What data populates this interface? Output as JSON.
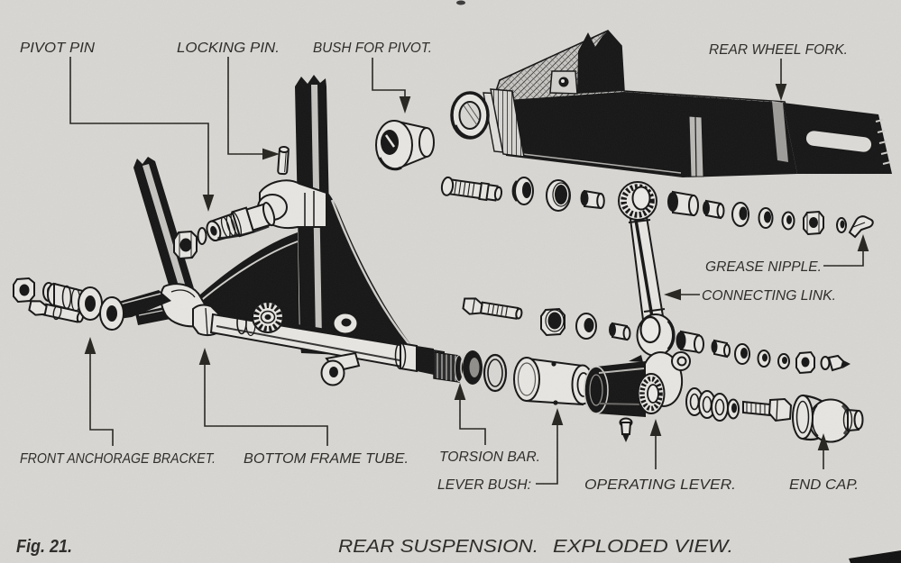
{
  "figure": {
    "fig_label": "Fig. 21.",
    "caption_1": "REAR SUSPENSION.",
    "caption_2": "EXPLODED VIEW."
  },
  "colors": {
    "paper": "#d8d6d2",
    "ink": "#161616",
    "label_ink": "#2b2a28"
  },
  "part_labels": [
    {
      "id": "pivot-pin",
      "text": "PIVOT PIN"
    },
    {
      "id": "locking-pin",
      "text": "LOCKING PIN."
    },
    {
      "id": "bush-for-pivot",
      "text": "BUSH FOR PIVOT."
    },
    {
      "id": "rear-wheel-fork",
      "text": "REAR WHEEL FORK."
    },
    {
      "id": "grease-nipple",
      "text": "GREASE NIPPLE."
    },
    {
      "id": "connecting-link",
      "text": "CONNECTING LINK."
    },
    {
      "id": "front-anchorage-bracket",
      "text": "FRONT ANCHORAGE BRACKET."
    },
    {
      "id": "bottom-frame-tube",
      "text": "BOTTOM FRAME TUBE."
    },
    {
      "id": "torsion-bar",
      "text": "TORSION BAR."
    },
    {
      "id": "lever-bush",
      "text": "LEVER BUSH:"
    },
    {
      "id": "operating-lever",
      "text": "OPERATING LEVER."
    },
    {
      "id": "end-cap",
      "text": "END CAP."
    }
  ]
}
